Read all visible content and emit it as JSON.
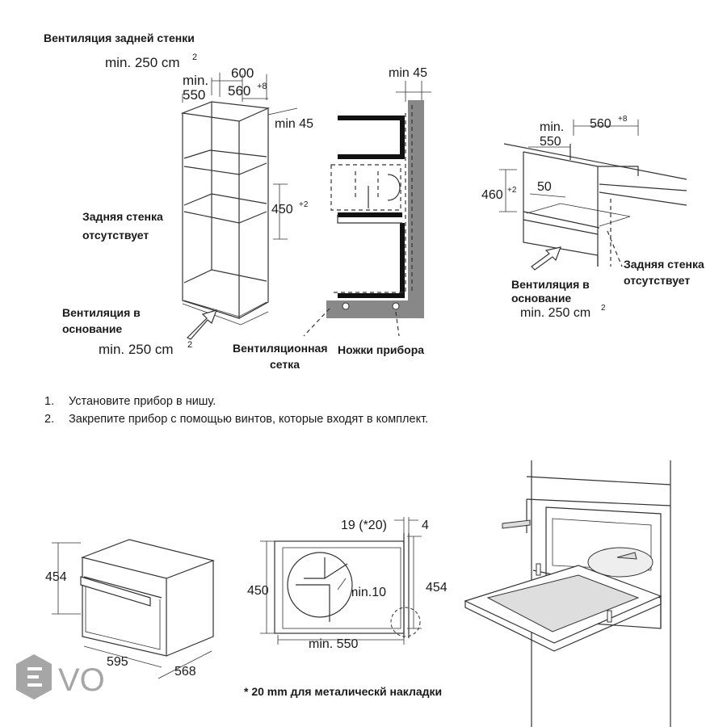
{
  "fig1": {
    "vent_rear_title": "Вентиляция задней стенки",
    "vent_rear_area": "min. 250 cm",
    "sup2": "2",
    "dim_min": "min.",
    "dim_550": "550",
    "dim_600": "600",
    "dim_560": "560",
    "sup_plus8": "+8",
    "dim_min45": "min 45",
    "dim_450": "450",
    "sup_plus2": "+2",
    "rear_wall_line1": "Задняя стенка",
    "rear_wall_line2": "отсутствует",
    "vent_base_line1": "Вентиляция в",
    "vent_base_line2": "основание",
    "vent_base_area": "min. 250 cm"
  },
  "fig2": {
    "dim_min45": "min 45",
    "vent_grille_line1": "Вентиляционная",
    "vent_grille_line2": "сетка",
    "feet_label": "Ножки прибора"
  },
  "fig3": {
    "dim_min": "min.",
    "dim_550": "550",
    "dim_560": "560",
    "sup_plus8": "+8",
    "dim_460": "460",
    "sup_plus2": "+2",
    "dim_50": "50",
    "rear_wall_line1": "Задняя стенка",
    "rear_wall_line2": "отсутствует",
    "vent_line1": "Вентиляция в",
    "vent_line2": "основание",
    "vent_area": "min. 250 cm",
    "sup2": "2"
  },
  "steps": [
    {
      "num": "1.",
      "text": "Установите прибор в нишу."
    },
    {
      "num": "2.",
      "text": "Закрепите прибор с помощью винтов, которые входят в комплект."
    }
  ],
  "fig4": {
    "dim_454": "454",
    "dim_595": "595",
    "dim_568": "568"
  },
  "fig5": {
    "dim_19": "19 (*20)",
    "dim_4": "4",
    "dim_450": "450",
    "dim_454": "454",
    "dim_min10": "min.10",
    "dim_min550": "min. 550",
    "footnote": "* 20 mm для металическй накладки"
  },
  "logo": {
    "text": "VO",
    "color": "#a6a6a6"
  }
}
